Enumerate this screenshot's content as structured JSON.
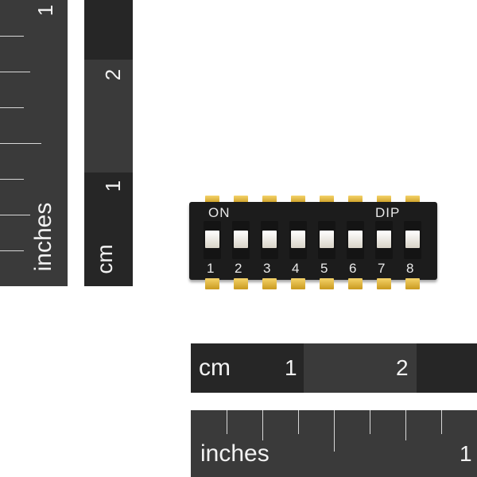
{
  "vertical_inch_ruler": {
    "unit_label": "inches",
    "number": "1"
  },
  "vertical_cm_ruler": {
    "unit_label": "cm",
    "numbers": [
      "2",
      "1"
    ]
  },
  "horizontal_cm_ruler": {
    "unit_label": "cm",
    "numbers": [
      "1",
      "2"
    ]
  },
  "horizontal_inch_ruler": {
    "unit_label": "inches",
    "number": "1"
  },
  "dip_switch": {
    "on_label": "ON",
    "dip_label": "DIP",
    "switch_numbers": [
      "1",
      "2",
      "3",
      "4",
      "5",
      "6",
      "7",
      "8"
    ],
    "body_color": "#1c1c1c",
    "pin_color": "#e0b53a"
  }
}
